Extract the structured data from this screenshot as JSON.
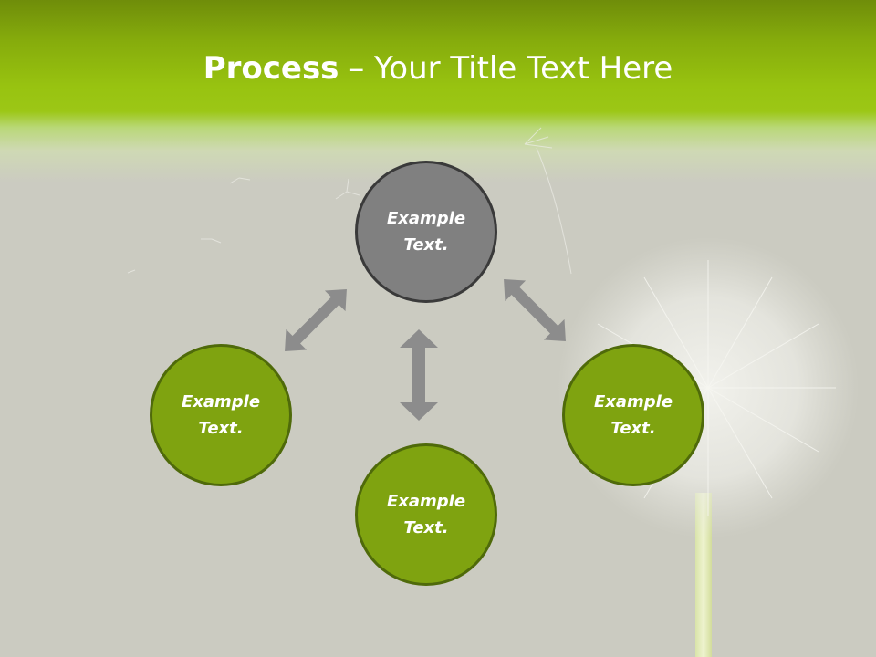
{
  "title": {
    "bold": "Process",
    "rest": " – Your Title Text Here"
  },
  "nodes": {
    "center": "Example Text.",
    "left": "Example Text.",
    "bottom": "Example Text.",
    "right": "Example Text."
  },
  "colors": {
    "header_green": "#98c310",
    "node_green": "#7fa310",
    "node_green_border": "#4f6a0a",
    "node_gray": "#808080",
    "node_gray_border": "#3a3a3a",
    "arrow_gray": "#8c8c8c",
    "background": "#cbcbc1"
  }
}
